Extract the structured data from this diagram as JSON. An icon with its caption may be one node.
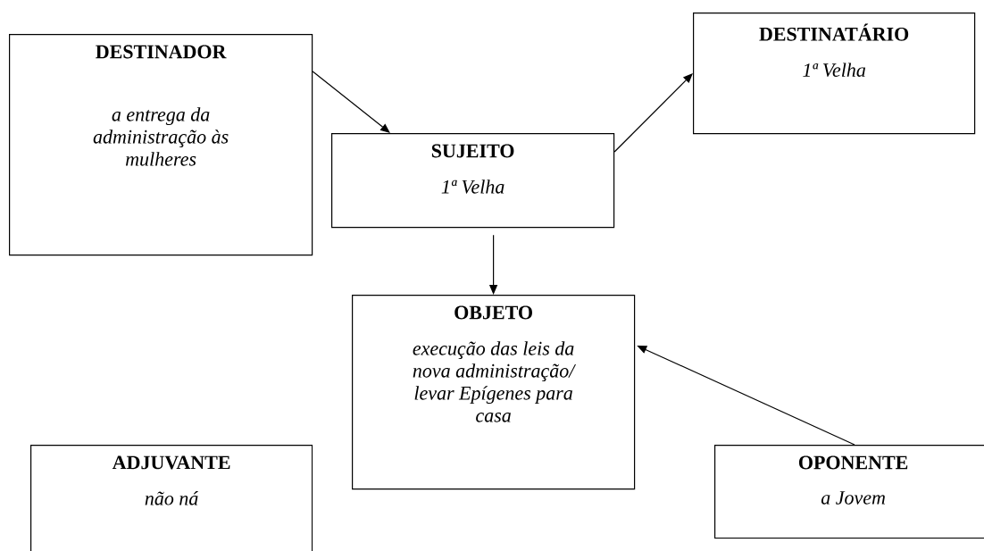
{
  "diagram": {
    "nodes": [
      {
        "text": [
          "DESTINADOR",
          "a entrega da administração às mulheres"
        ]
      },
      {
        "text": [
          "SUJEITO",
          "1ª Velha"
        ]
      },
      {
        "text": [
          "DESTINATÁRIO",
          "1ª Velha"
        ]
      },
      {
        "text": [
          "OBJETO",
          "execução das leis da nova administração/ levar Epígenes para casa"
        ]
      },
      {
        "text": [
          "ADJUVANTE",
          "não ná"
        ]
      },
      {
        "text": [
          "OPONENTE",
          "a Jovem"
        ]
      }
    ],
    "edges": [
      {
        "from": 0,
        "to": 1,
        "arrow": "to"
      },
      {
        "from": 1,
        "to": 2,
        "arrow": "to"
      },
      {
        "from": 1,
        "to": 3,
        "arrow": "to"
      },
      {
        "from": 5,
        "to": 3,
        "arrow": "to"
      }
    ]
  }
}
